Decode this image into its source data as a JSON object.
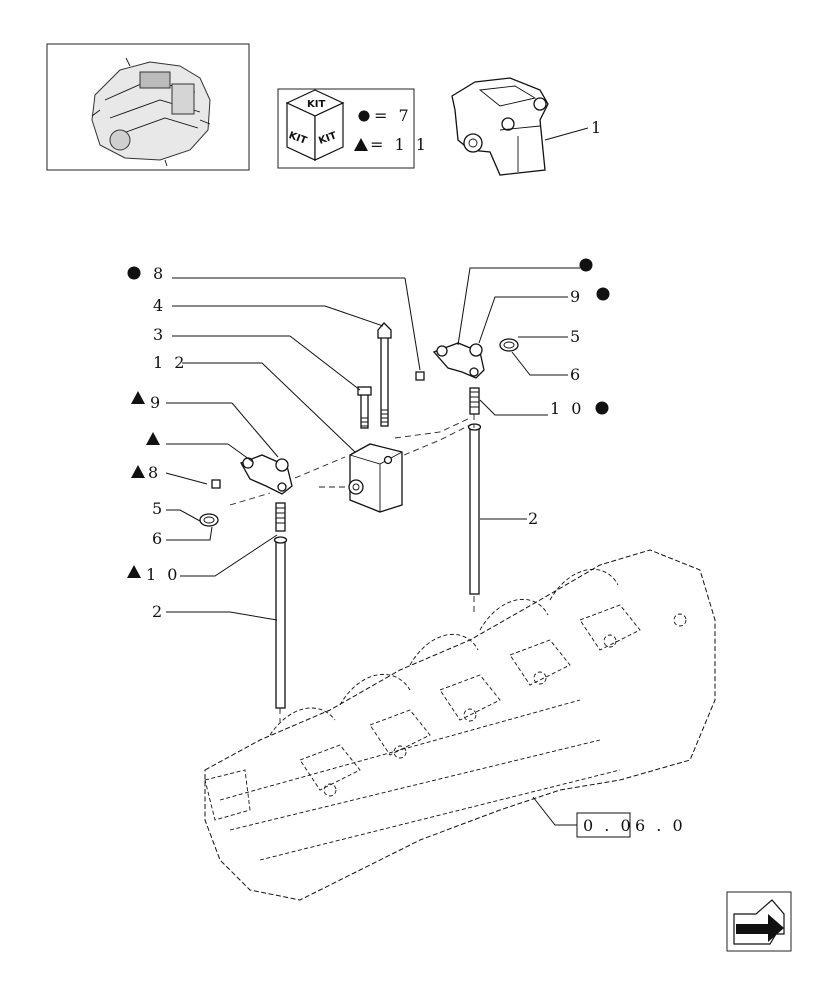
{
  "kit_legend": {
    "box_words": [
      "KIT",
      "KIT",
      "KIT"
    ],
    "dot_text": "= 7",
    "tri_text": "= 1  1"
  },
  "callouts": {
    "c1": "1",
    "c2a": "2",
    "c2b": "2",
    "c3": "3",
    "c4": "4",
    "c5a": "5",
    "c5b": "5",
    "c6a": "6",
    "c6b": "6",
    "c8a": "8",
    "c8b": "8",
    "c9a": "9",
    "c9b": "9",
    "c10a": "1 0",
    "c10b": "1 0",
    "c12": "1 2"
  },
  "reference": {
    "boxed": "0 . 0",
    "rest": "6 . 0"
  },
  "icons": [
    "engine-thumbnail",
    "kit-box-icon",
    "dot-marker-icon",
    "triangle-marker-icon",
    "nav-arrow-icon"
  ]
}
